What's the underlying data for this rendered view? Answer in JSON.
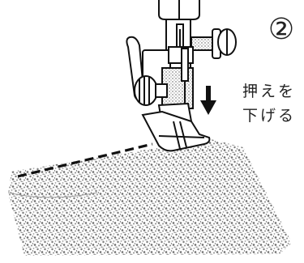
{
  "illustration": {
    "step_number": "②",
    "caption_lines": [
      "押えを",
      "下げる"
    ],
    "ink_color": "#1a1a1a",
    "fabric_color": "#8a8a8a"
  }
}
